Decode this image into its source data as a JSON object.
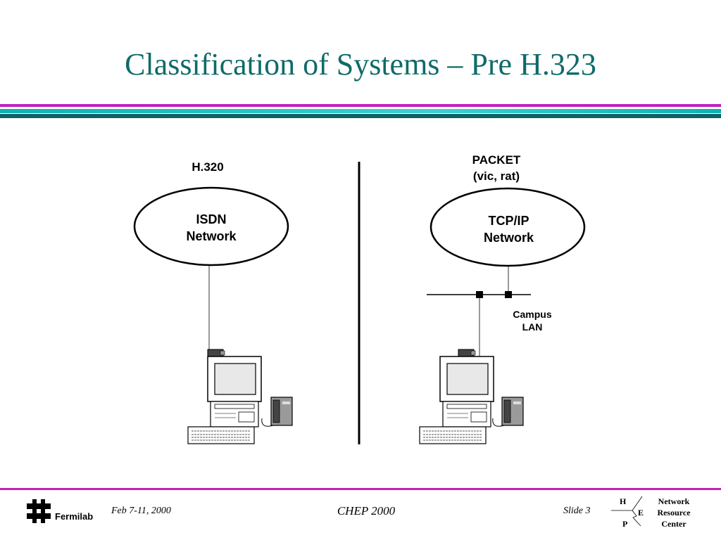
{
  "slide": {
    "title": "Classification of Systems – Pre H.323",
    "colors": {
      "title": "#0f6b69",
      "bar_magenta": "#c21fc0",
      "bar_teal": "#0fb0b3",
      "bar_dark_teal": "#0e6263"
    }
  },
  "left": {
    "heading": "H.320",
    "network": "ISDN\nNetwork"
  },
  "right": {
    "heading": "PACKET\n(vic, rat)",
    "network": "TCP/IP\nNetwork",
    "lan": "Campus\nLAN"
  },
  "footer": {
    "date": "Feb 7-11, 2000",
    "event": "CHEP 2000",
    "slide": "Slide 3",
    "logo_text": "Fermilab",
    "hep_h": "H",
    "hep_e": "E",
    "hep_p": "P",
    "nrc": "Network\nResource\nCenter"
  },
  "icons": [
    "fermilab-logo-icon",
    "computer-workstation-icon",
    "telephone-icon",
    "keyboard-icon",
    "camera-icon"
  ]
}
